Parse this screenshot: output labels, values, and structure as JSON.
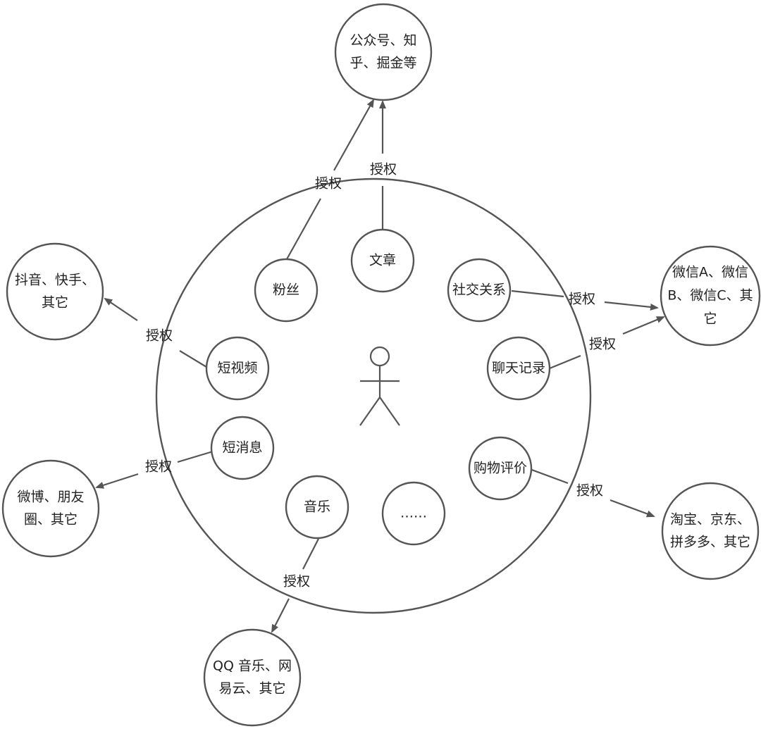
{
  "colors": {
    "line": "#555555",
    "text": "#222222",
    "background": "#ffffff"
  },
  "center_icon": "stick-figure-person-icon",
  "inner_nodes": {
    "article": "文章",
    "fans": "粉丝",
    "social": "社交关系",
    "chat": "聊天记录",
    "short_video": "短视频",
    "short_message": "短消息",
    "shopping_review": "购物评价",
    "music": "音乐",
    "more": "……"
  },
  "outer_nodes": {
    "wechat_public": [
      "公众号、知",
      "乎、掘金等"
    ],
    "douyin": [
      "抖音、快手、",
      "其它"
    ],
    "wechat_accounts": [
      "微信A、微信",
      "B、微信C、其",
      "它"
    ],
    "weibo": [
      "微博、朋友",
      "圈、其它"
    ],
    "taobao": [
      "淘宝、京东、",
      "拼多多、其它"
    ],
    "qq_music": [
      "QQ 音乐、网",
      "易云、其它"
    ]
  },
  "edge_label": "授权"
}
